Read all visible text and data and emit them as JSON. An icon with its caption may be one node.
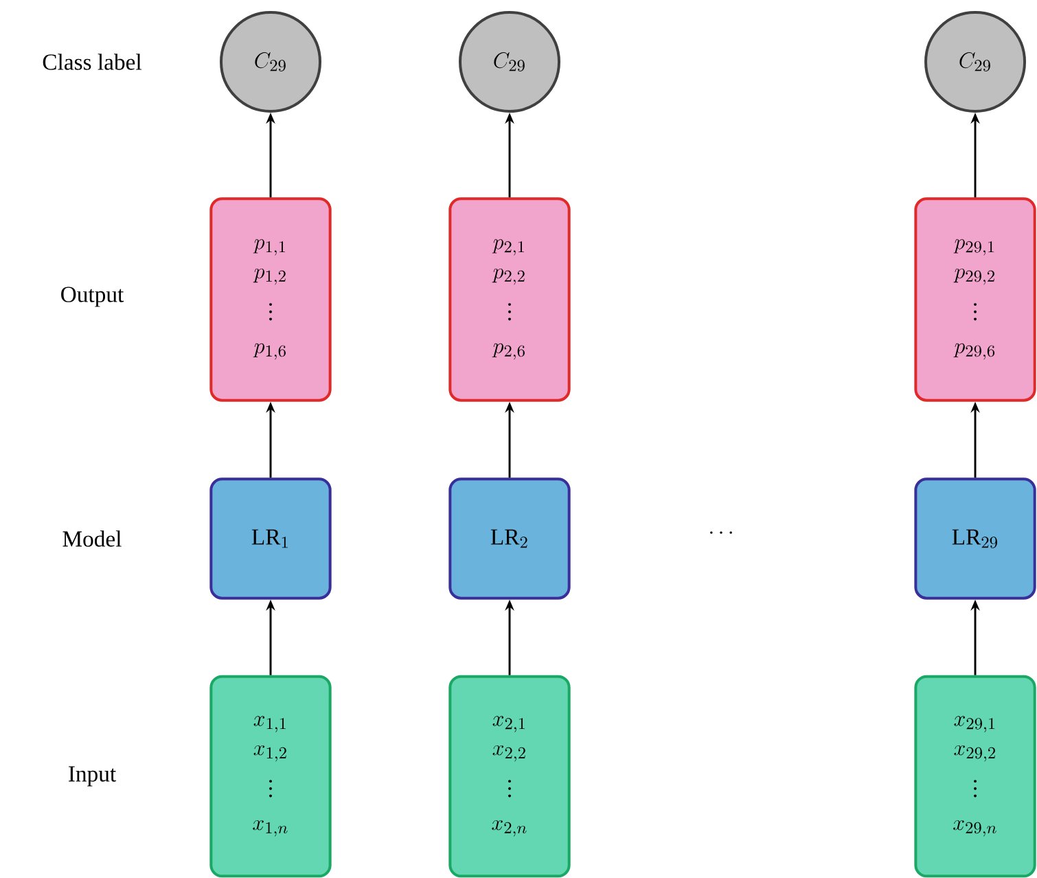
{
  "diagram": {
    "nodes": [
      {
        "text": [
          "C_{29}"
        ]
      },
      {
        "text": [
          "C_{29}"
        ]
      },
      {
        "text": [
          "C_{29}"
        ]
      },
      {
        "text": [
          "p_{1,1}",
          "p_{1,2}",
          "\\vdots",
          "p_{1,6}"
        ]
      },
      {
        "text": [
          "p_{2,1}",
          "p_{2,2}",
          "\\vdots",
          "p_{2,6}"
        ]
      },
      {
        "text": [
          "p_{29,1}",
          "p_{29,2}",
          "\\vdots",
          "p_{29,6}"
        ]
      },
      {
        "text": [
          "\\mathrm{LR}_1"
        ]
      },
      {
        "text": [
          "\\mathrm{LR}_2"
        ]
      },
      {
        "text": [
          "\\mathrm{LR}_{29}"
        ]
      },
      {
        "text": [
          "x_{1,1}",
          "x_{1,2}",
          "\\vdots",
          "x_{1,n}"
        ]
      },
      {
        "text": [
          "x_{2,1}",
          "x_{2,2}",
          "\\vdots",
          "x_{2,n}"
        ]
      },
      {
        "text": [
          "x_{29,1}",
          "x_{29,2}",
          "\\vdots",
          "x_{29,n}"
        ]
      }
    ],
    "edges": [
      {
        "from": 9,
        "to": 6,
        "arrow": "to"
      },
      {
        "from": 6,
        "to": 3,
        "arrow": "to"
      },
      {
        "from": 3,
        "to": 0,
        "arrow": "to"
      },
      {
        "from": 10,
        "to": 7,
        "arrow": "to"
      },
      {
        "from": 7,
        "to": 4,
        "arrow": "to"
      },
      {
        "from": 4,
        "to": 1,
        "arrow": "to"
      },
      {
        "from": 11,
        "to": 8,
        "arrow": "to"
      },
      {
        "from": 8,
        "to": 5,
        "arrow": "to"
      },
      {
        "from": 5,
        "to": 2,
        "arrow": "to"
      }
    ],
    "labels": [
      "Class label",
      "Output",
      "Model",
      "\\cdots",
      "Input"
    ]
  }
}
